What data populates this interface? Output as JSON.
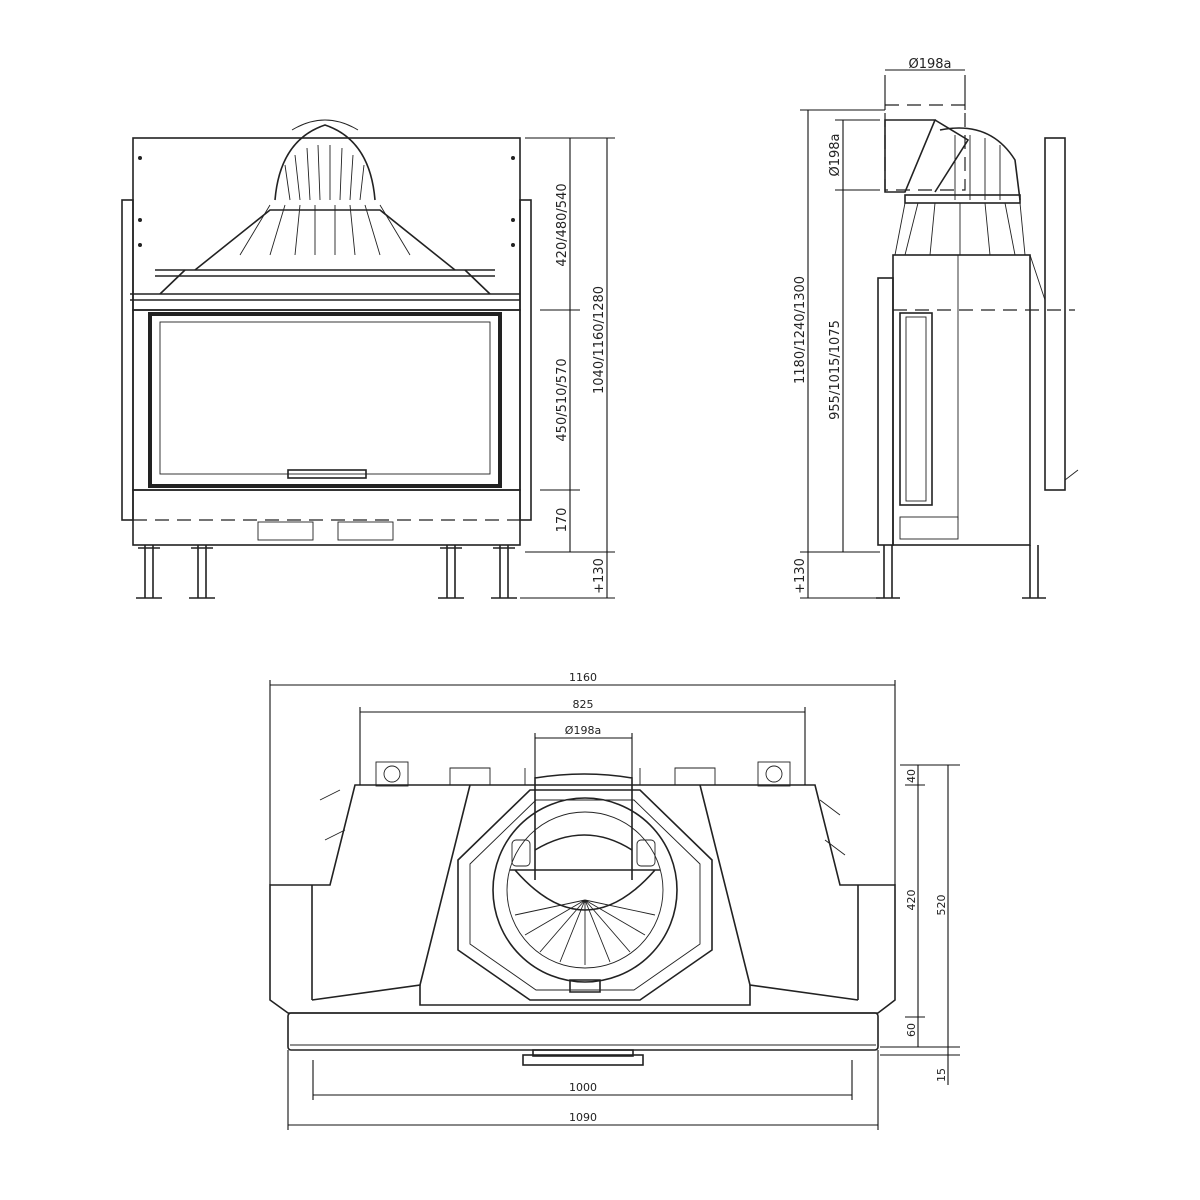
{
  "front_view": {
    "dims": {
      "upper": "420/480/540",
      "middle": "450/510/570",
      "lower": "170",
      "total": "1040/1160/1280",
      "legs": "+130"
    }
  },
  "side_view": {
    "dims": {
      "flue_width": "Ø198a",
      "flue_height": "Ø198a",
      "total": "1180/1240/1300",
      "flue_center": "955/1015/1075",
      "legs": "+130"
    }
  },
  "top_view": {
    "dims": {
      "overall_width": "1160",
      "inner_width": "825",
      "flue": "Ø198a",
      "depth_back": "40",
      "depth_mid": "420",
      "depth_total": "520",
      "depth_front": "60",
      "frame": "15",
      "glass_width": "1000",
      "front_width": "1090"
    }
  }
}
